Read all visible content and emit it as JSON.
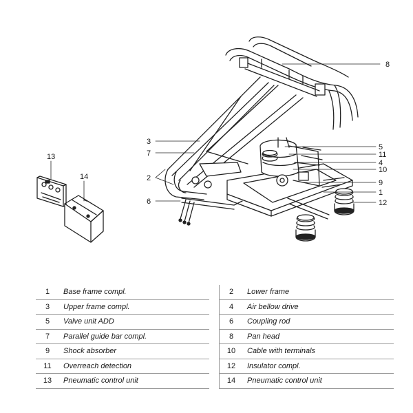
{
  "callouts": {
    "c1": "1",
    "c2": "2",
    "c3": "3",
    "c4": "4",
    "c5": "5",
    "c6": "6",
    "c7": "7",
    "c8": "8",
    "c9": "9",
    "c10": "10",
    "c11": "11",
    "c12": "12",
    "c13": "13",
    "c14": "14"
  },
  "parts": [
    {
      "left": {
        "num": "1",
        "name": "Base frame compl."
      },
      "right": {
        "num": "2",
        "name": "Lower frame"
      }
    },
    {
      "left": {
        "num": "3",
        "name": "Upper frame compl."
      },
      "right": {
        "num": "4",
        "name": "Air bellow drive"
      }
    },
    {
      "left": {
        "num": "5",
        "name": "Valve unit ADD"
      },
      "right": {
        "num": "6",
        "name": "Coupling rod"
      }
    },
    {
      "left": {
        "num": "7",
        "name": "Parallel guide bar compl."
      },
      "right": {
        "num": "8",
        "name": "Pan head"
      }
    },
    {
      "left": {
        "num": "9",
        "name": "Shock absorber"
      },
      "right": {
        "num": "10",
        "name": "Cable with terminals"
      }
    },
    {
      "left": {
        "num": "11",
        "name": "Overreach detection"
      },
      "right": {
        "num": "12",
        "name": "Insulator compl."
      }
    },
    {
      "left": {
        "num": "13",
        "name": "Pneumatic control unit"
      },
      "right": {
        "num": "14",
        "name": "Pneumatic control unit"
      }
    }
  ]
}
